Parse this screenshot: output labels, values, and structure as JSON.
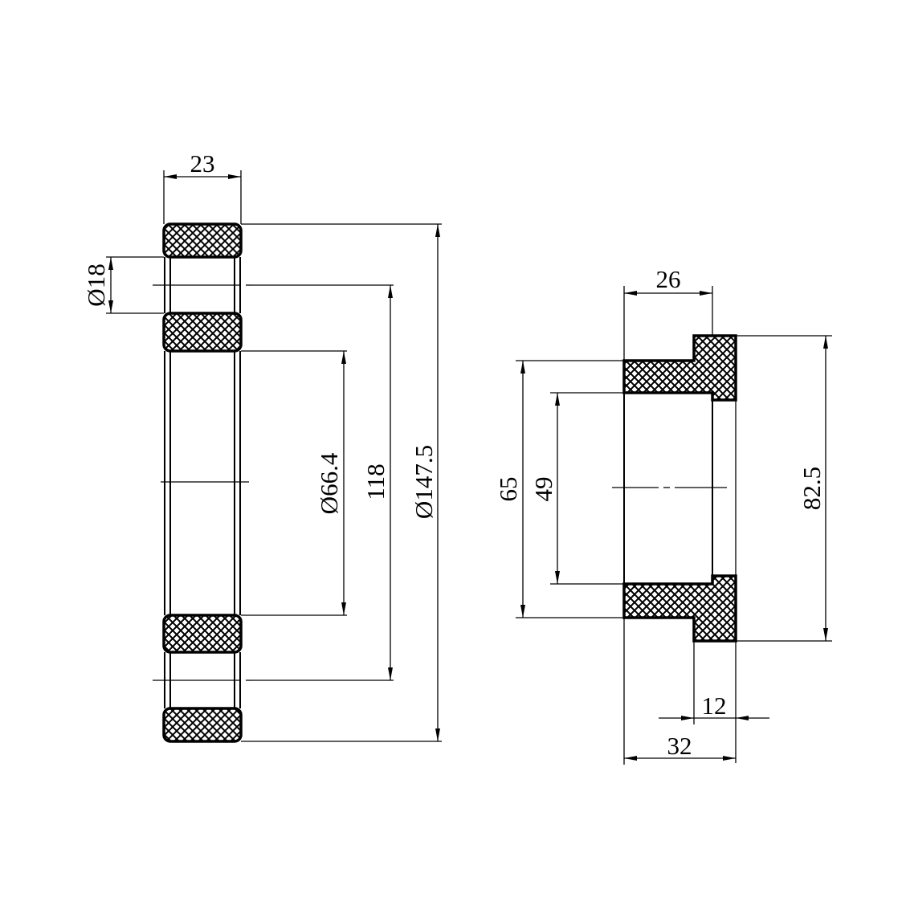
{
  "drawing": {
    "front_view": {
      "dimensions": {
        "width": "23",
        "hole_diameter": "Ø18",
        "inner_diameter": "Ø66.4",
        "pitch_circle": "118",
        "outer_diameter": "Ø147.5"
      }
    },
    "section_view": {
      "dimensions": {
        "body_length": "26",
        "body_diameter": "65",
        "bore_diameter": "49",
        "flange_diameter": "82.5",
        "flange_thickness": "12",
        "total_length": "32"
      }
    },
    "colors": {
      "line": "#000000",
      "background": "#ffffff"
    }
  }
}
